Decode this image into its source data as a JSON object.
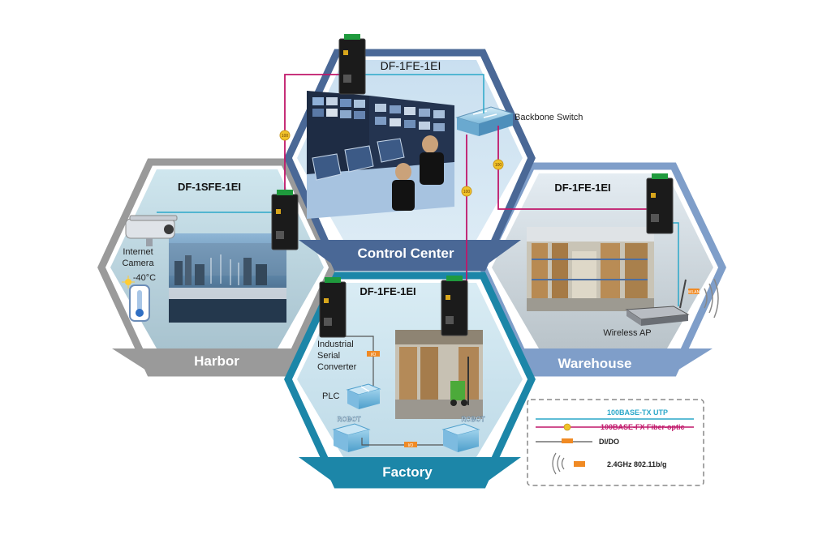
{
  "zones": {
    "control_center": {
      "label": "Control Center",
      "device": "DF-1FE-1EI"
    },
    "harbor": {
      "label": "Harbor",
      "device": "DF-1SFE-1EI"
    },
    "warehouse": {
      "label": "Warehouse",
      "device": "DF-1FE-1EI"
    },
    "factory": {
      "label": "Factory",
      "device": "DF-1FE-1EI"
    }
  },
  "labels": {
    "backbone_switch": "Backbone Switch",
    "internet_camera_line1": "Internet",
    "internet_camera_line2": "Camera",
    "temperature": "-40°C",
    "wireless_ap": "Wireless AP",
    "serial_converter_line1": "Industrial",
    "serial_converter_line2": "Serial",
    "serial_converter_line3": "Converter",
    "plc": "PLC",
    "robot": "ROBOT",
    "fiber_tag": "100",
    "dido_tag": "I/O",
    "wlan_tag": "WLAN"
  },
  "legend": {
    "items": [
      {
        "label": "100BASE-TX UTP",
        "color": "#2aa7c9"
      },
      {
        "label": "100BASE-FX Fiber-optic",
        "color": "#c0176a"
      },
      {
        "label": "DI/DO",
        "color": "#555555"
      },
      {
        "label": "2.4GHz 802.11b/g",
        "color": "#333333"
      }
    ]
  },
  "colors": {
    "control_center": "#4a6896",
    "harbor": "#9a9a9a",
    "warehouse": "#7f9ec9",
    "factory": "#1c86a8",
    "utp": "#2aa7c9",
    "fiber": "#c0176a",
    "dido": "#555555",
    "tag": "#f08a24"
  }
}
